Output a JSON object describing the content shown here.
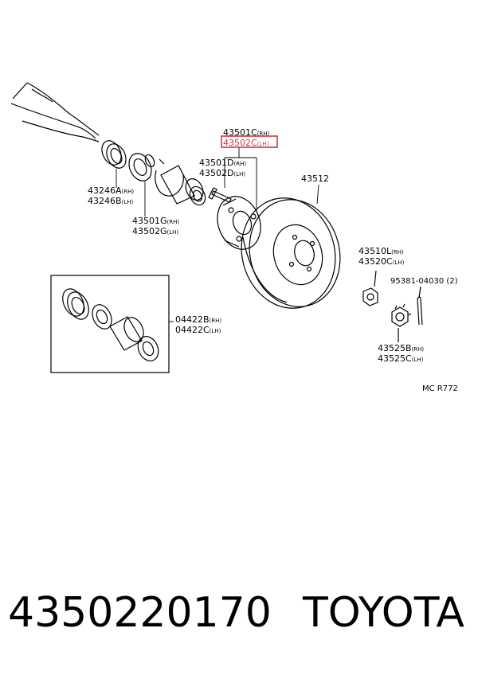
{
  "labels": {
    "p43501c": "43501C",
    "p43501c_s": "(RH)",
    "p43502c": "43502C",
    "p43502c_s": "(LH)",
    "p43501d": "43501D",
    "p43501d_s": "(RH)",
    "p43502d": "43502D",
    "p43502d_s": "(LH)",
    "p43512": "43512",
    "p43246a": "43246A",
    "p43246a_s": "(RH)",
    "p43246b": "43246B",
    "p43246b_s": "(LH)",
    "p43501g": "43501G",
    "p43501g_s": "(RH)",
    "p43502g": "43502G",
    "p43502g_s": "(LH)",
    "p43510l": "43510L",
    "p43510l_s": "(RH)",
    "p43520c": "43520C",
    "p43520c_s": "(LH)",
    "p95381": "95381-04030 (2)",
    "p04422b": "04422B",
    "p04422b_s": "(RH)",
    "p04422c": "04422C",
    "p04422c_s": "(LH)",
    "p43525b": "43525B",
    "p43525b_s": "(RH)",
    "p43525c": "43525C",
    "p43525c_s": "(LH)",
    "ref": "MC R772"
  },
  "highlight_color": "#d9343a",
  "footer": {
    "part_number": "4350220170",
    "brand": "TOYOTA"
  }
}
